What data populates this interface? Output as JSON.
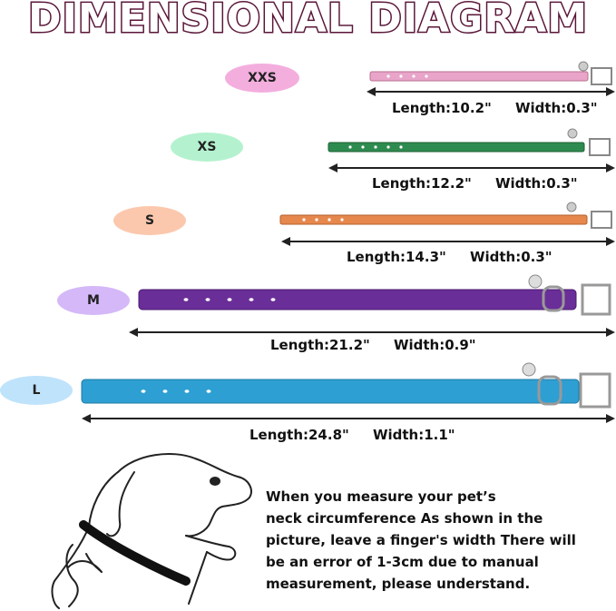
{
  "title": "DIMENSIONAL DIAGRAM",
  "sizes": [
    {
      "label": "XXS",
      "length": "Length:10.2\"",
      "width": "Width:0.3\"",
      "color": "#e5a3c8",
      "pill": "#f3aede"
    },
    {
      "label": "XS",
      "length": "Length:12.2\"",
      "width": "Width:0.3\"",
      "color": "#2e8b4f",
      "pill": "#b4f2cf"
    },
    {
      "label": "S",
      "length": "Length:14.3\"",
      "width": "Width:0.3\"",
      "color": "#e6884d",
      "pill": "#fbc8ad"
    },
    {
      "label": "M",
      "length": "Length:21.2\"",
      "width": "Width:0.9\"",
      "color": "#6a2e98",
      "pill": "#d4b8f7"
    },
    {
      "label": "L",
      "length": "Length:24.8\"",
      "width": "Width:1.1\"",
      "color": "#2e9fd3",
      "pill": "#bfe3fb"
    }
  ],
  "note": {
    "lines": [
      "When you measure your pet’s",
      "neck circumference As shown in the",
      "picture, leave a finger's width There will",
      "be an error of 1-3cm due to manual",
      "measurement, please understand."
    ]
  }
}
